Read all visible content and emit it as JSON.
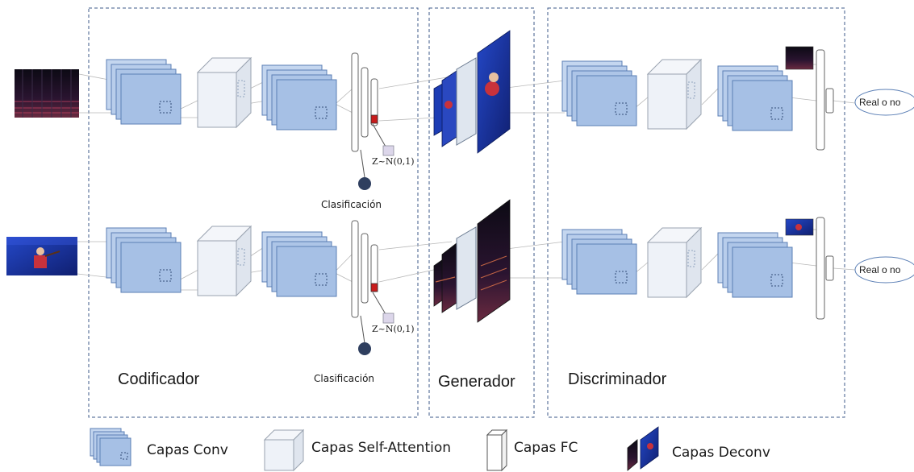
{
  "sections": {
    "encoder": "Codificador",
    "generator": "Generador",
    "discriminator": "Discriminador"
  },
  "labels": {
    "classification_top": "Clasificación",
    "classification_bottom": "Clasificación",
    "z_top": "Z~N(0,1)",
    "z_bottom": "Z~N(0,1)",
    "output_top": "Real o no",
    "output_bottom": "Real o no"
  },
  "legend": {
    "conv": "Capas Conv",
    "self_attention": "Capas Self-Attention",
    "fc": "Capas FC",
    "deconv": "Capas Deconv"
  },
  "colors": {
    "conv_fill": "#a9c4e8",
    "conv_stroke": "#5b7fb5",
    "box_dash": "#3e5a8a",
    "attention_fill": "#eef2f8",
    "node": "#2f3f5f",
    "spectrogram_bg": "#12101c",
    "video_bg": "#1c3cb4"
  }
}
